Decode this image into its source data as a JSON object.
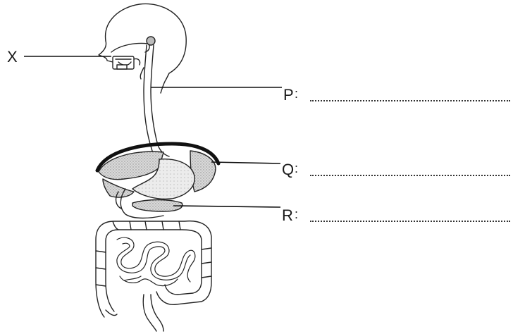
{
  "labels": {
    "x": "X",
    "p": "P",
    "q": "Q",
    "r": "R",
    "colon": ":"
  },
  "answers": {
    "p": "",
    "q": "",
    "r": ""
  }
}
